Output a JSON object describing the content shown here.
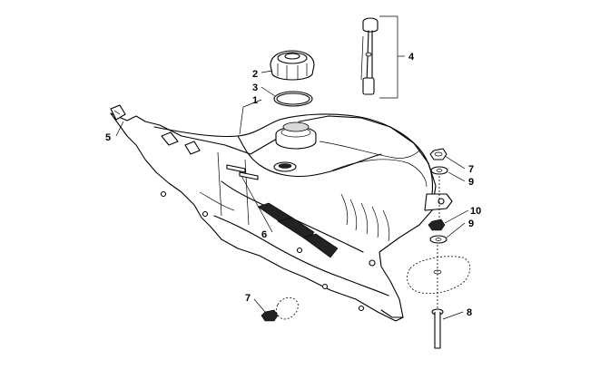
{
  "callouts": {
    "c1": "1",
    "c2": "2",
    "c3": "3",
    "c4": "4",
    "c5": "5",
    "c6": "6",
    "c7a": "7",
    "c7b": "7",
    "c8": "8",
    "c9a": "9",
    "c9b": "9",
    "c10": "10"
  },
  "parts": [
    {
      "name": "fuel-tank",
      "callout": "1"
    },
    {
      "name": "fuel-cap",
      "callout": "2"
    },
    {
      "name": "o-ring",
      "callout": "3"
    },
    {
      "name": "fuel-gauge-sender",
      "callout": "4"
    },
    {
      "name": "clip-nut",
      "callout": "5"
    },
    {
      "name": "tank-stud-bolt",
      "callout": "6"
    },
    {
      "name": "flange-nut",
      "callout": "7"
    },
    {
      "name": "cap-screw",
      "callout": "8"
    },
    {
      "name": "washer",
      "callout": "9"
    },
    {
      "name": "lock-nut",
      "callout": "10"
    }
  ]
}
